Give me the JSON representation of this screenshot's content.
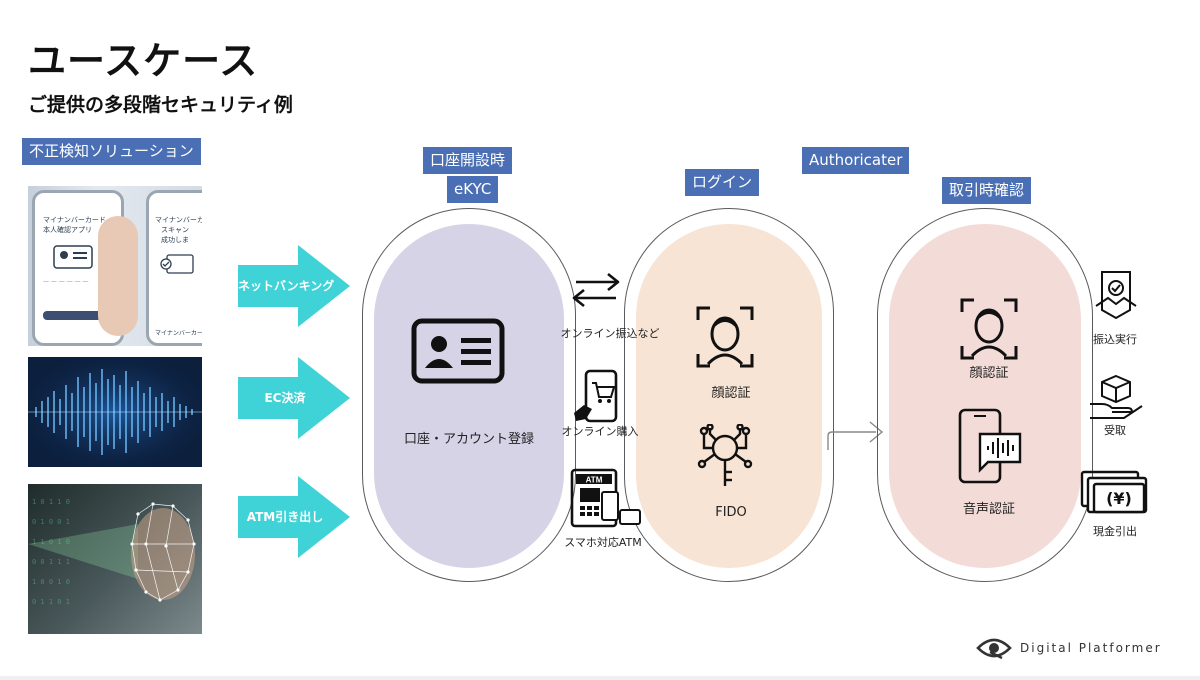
{
  "header": {
    "title": "ユースケース",
    "subtitle": "ご提供の多段階セキュリティ例"
  },
  "left": {
    "tag": "不正検知ソリューション",
    "phone1_lines": [
      "マイナンバーカード",
      "本人確認アプリ"
    ],
    "phone2_lines": [
      "マイナンバーカー",
      "スキャン",
      "成功しま"
    ],
    "phone2_footer": "マイナンバーカード"
  },
  "arrows": [
    {
      "label": "ネットバンキング"
    },
    {
      "label": "EC決済"
    },
    {
      "label": "ATM引き出し"
    }
  ],
  "stages": {
    "account": {
      "tag_line1": "口座開設時",
      "tag_line2": "eKYC",
      "label": "口座・アカウント登録"
    },
    "login": {
      "tag": "ログイン",
      "face_label": "顔認証",
      "fido_label": "FIDO"
    },
    "authorizer": {
      "tag": "Authoricater"
    },
    "transaction": {
      "tag": "取引時確認",
      "face_label": "顔認証",
      "voice_label": "音声認証"
    }
  },
  "flows": [
    {
      "label": "オンライン振込など"
    },
    {
      "label": "オンライン購入"
    },
    {
      "label": "スマホ対応ATM"
    }
  ],
  "outcomes": [
    {
      "label": "振込実行"
    },
    {
      "label": "受取"
    },
    {
      "label": "現金引出"
    }
  ],
  "atm_text": "ATM",
  "yen_text": "(¥)",
  "brand": {
    "name": "Digital Platformer"
  },
  "colors": {
    "tag_bg": "#4a6fb5",
    "arrow": "#3fd2d6",
    "account_fill": "#d6d3e7",
    "login_fill": "#f7e4d4",
    "transaction_fill": "#f3dcd8"
  }
}
